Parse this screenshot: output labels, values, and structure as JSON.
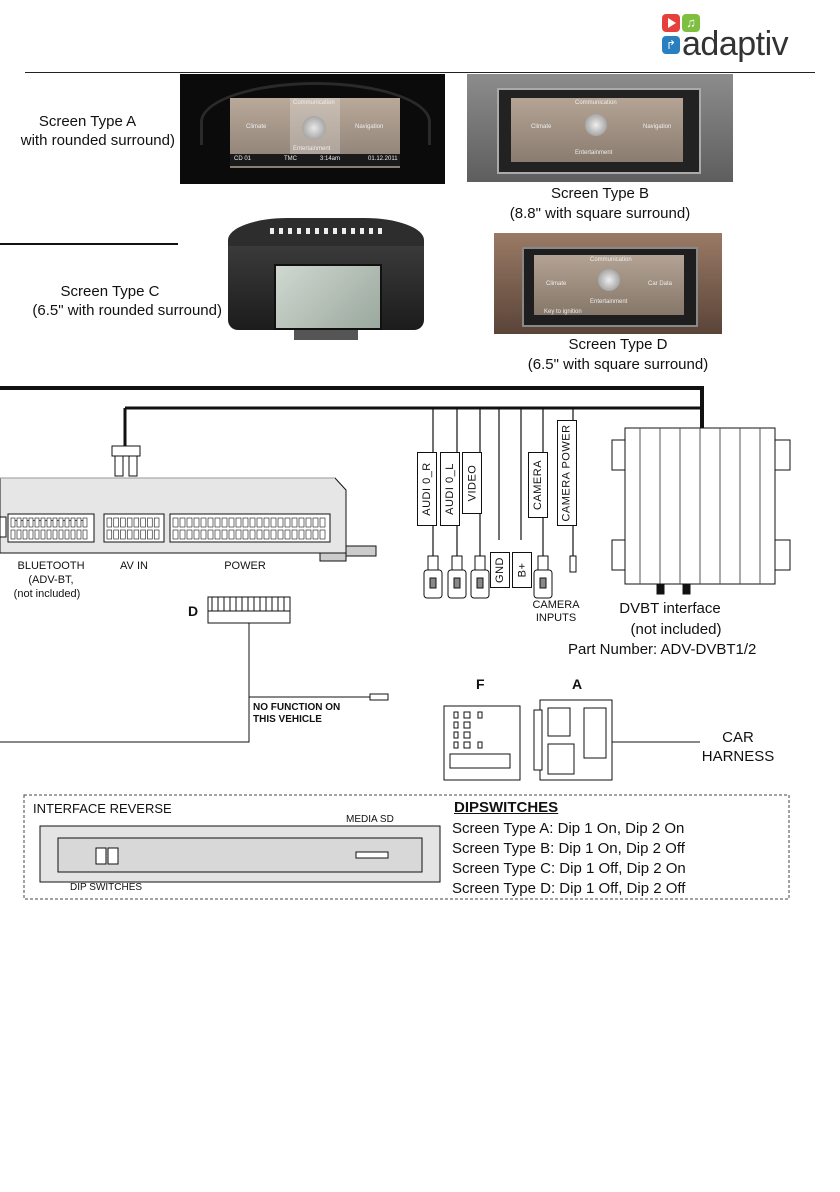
{
  "brand": {
    "name": "adaptiv"
  },
  "screens": [
    {
      "id": "A",
      "title": "Screen Type A",
      "subtitle": "with rounded surround)"
    },
    {
      "id": "B",
      "title": "Screen Type B",
      "subtitle": "(8.8\" with square surround)"
    },
    {
      "id": "C",
      "title": "Screen Type C",
      "subtitle": "(6.5\" with rounded surround)"
    },
    {
      "id": "D",
      "title": "Screen Type D",
      "subtitle": "(6.5\" with square surround)"
    }
  ],
  "screen_menu": {
    "communication": "Communication",
    "climate": "Climate",
    "navigation": "Navigation",
    "entertainment": "Entertainment",
    "car_data": "Car Data",
    "key": "Key to ignition",
    "status_left": "CD 01",
    "status_tmc": "TMC",
    "status_time": "3:14am",
    "status_date": "01.12.2011"
  },
  "interface": {
    "bluetooth_label": "BLUETOOTH",
    "bluetooth_sub1": "(ADV-BT,",
    "bluetooth_sub2": "(not included)",
    "av_in": "AV IN",
    "power": "POWER"
  },
  "cables": [
    "AUDI 0_R",
    "AUDI 0_L",
    "VIDEO",
    "CAMERA",
    "CAMERA POWER"
  ],
  "boxes": {
    "gnd": "GND",
    "bplus": "B+"
  },
  "camera_inputs": {
    "line1": "CAMERA",
    "line2": "INPUTS"
  },
  "dvbt": {
    "line1": "DVBT interface",
    "line2": "(not included)",
    "part": "Part Number: ADV-DVBT1/2"
  },
  "connectors": {
    "d": "D",
    "f": "F",
    "a": "A"
  },
  "no_function": {
    "line1": "NO FUNCTION ON",
    "line2": "THIS VEHICLE"
  },
  "car_harness": {
    "line1": "CAR",
    "line2": "HARNESS"
  },
  "reverse": {
    "title": "INTERFACE REVERSE",
    "media_sd": "MEDIA SD",
    "dip_switches": "DIP SWITCHES"
  },
  "dipswitches": {
    "heading": "DIPSWITCHES",
    "lines": [
      "Screen Type A:  Dip 1 On, Dip 2 On",
      "Screen Type B:  Dip 1 On, Dip 2 Off",
      "Screen Type C:  Dip 1 Off, Dip 2 On",
      "Screen Type D:  Dip 1 Off, Dip 2 Off"
    ]
  },
  "colors": {
    "logo_red": "#e5403c",
    "logo_green": "#7fbf3f",
    "logo_blue": "#2a7fc0",
    "ink": "#111111"
  }
}
